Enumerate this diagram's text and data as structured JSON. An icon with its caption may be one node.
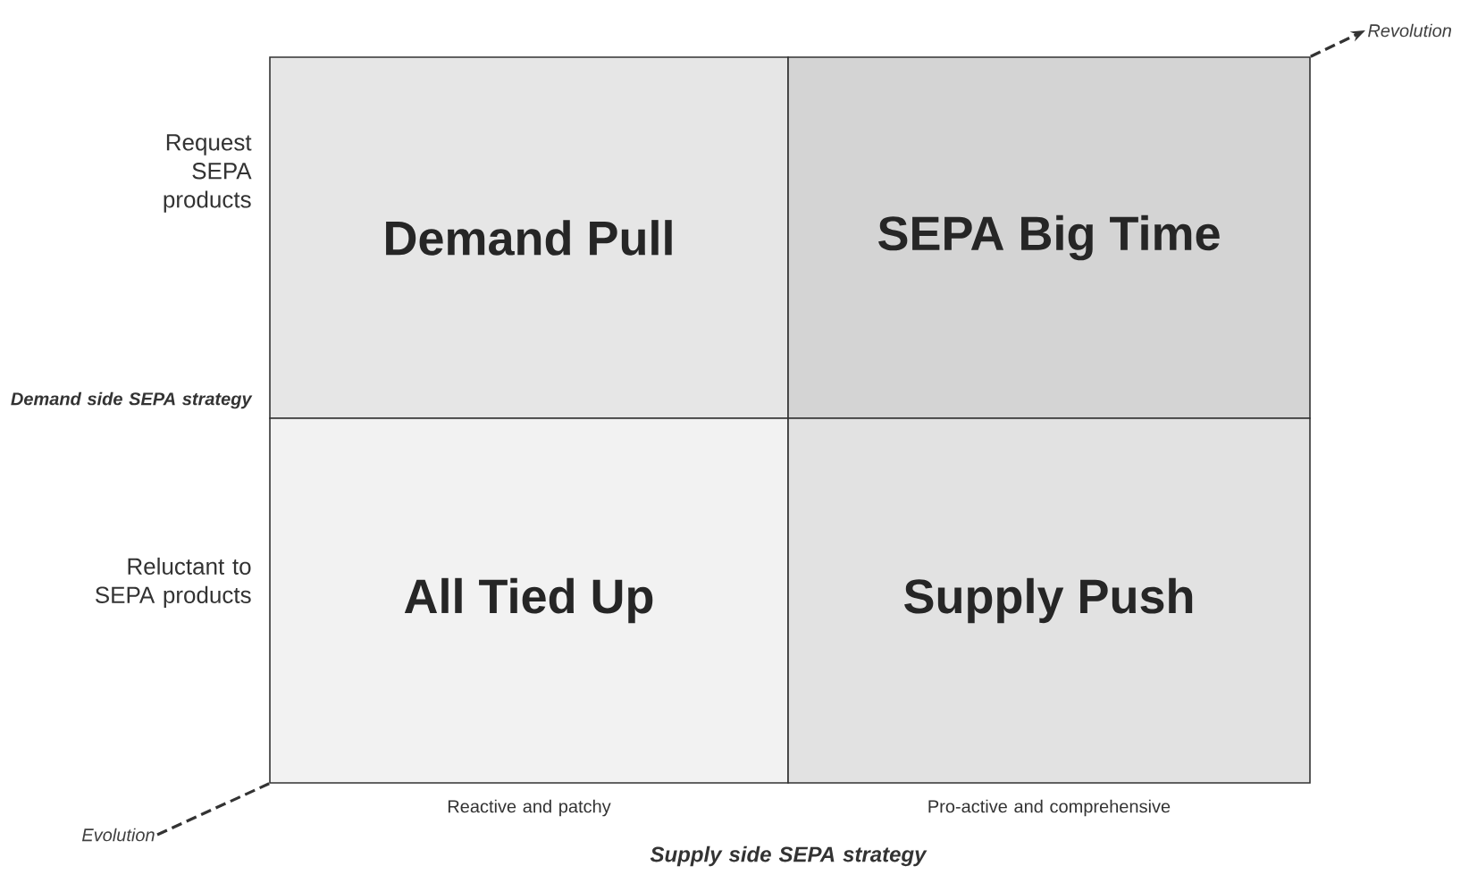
{
  "diagram": {
    "nodes": [
      {
        "text": [
          "Revolution"
        ]
      },
      {
        "text": [
          "Demand Pull"
        ]
      },
      {
        "text": [
          "SEPA Big Time"
        ]
      },
      {
        "text": [
          "All Tied Up"
        ]
      },
      {
        "text": [
          "Supply Push"
        ]
      },
      {
        "text": [
          "Evolution"
        ]
      }
    ],
    "edges": [
      {
        "from": 5,
        "to": 3,
        "arrow": "none",
        "style": "dashed"
      },
      {
        "from": 2,
        "to": 0,
        "arrow": "to",
        "style": "dashed"
      }
    ],
    "labels": [
      "Request SEPA products",
      "Demand side SEPA strategy",
      "Reluctant to SEPA products",
      "Reactive and patchy",
      "Pro-active and comprehensive",
      "Supply side SEPA strategy"
    ]
  }
}
